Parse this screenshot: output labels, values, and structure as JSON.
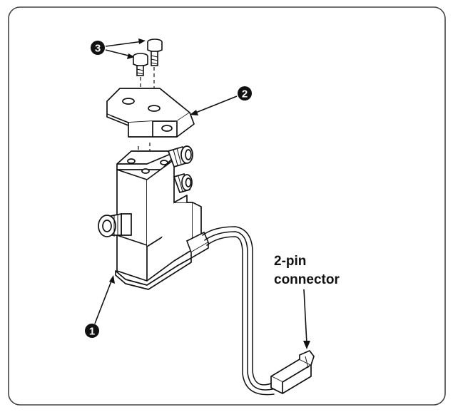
{
  "callouts": {
    "solenoid_valve": "1",
    "mounting_bracket": "2",
    "screws": "3"
  },
  "connector_label": {
    "line1": "2-pin",
    "line2": "connector"
  },
  "colors": {
    "ink": "#111111",
    "paper": "#ffffff",
    "frame": "#444444"
  }
}
